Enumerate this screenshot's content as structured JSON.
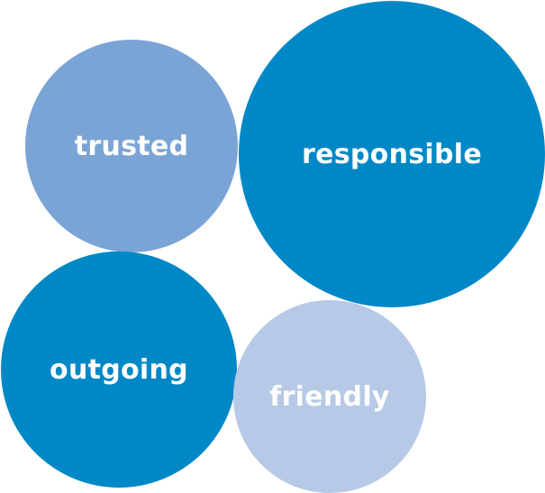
{
  "bubbles": {
    "trusted": {
      "label": "trusted",
      "color": "#7ba4d6"
    },
    "responsible": {
      "label": "responsible",
      "color": "#0088c6"
    },
    "outgoing": {
      "label": "outgoing",
      "color": "#0088c6"
    },
    "friendly": {
      "label": "friendly",
      "color": "#b6c9e6"
    }
  }
}
